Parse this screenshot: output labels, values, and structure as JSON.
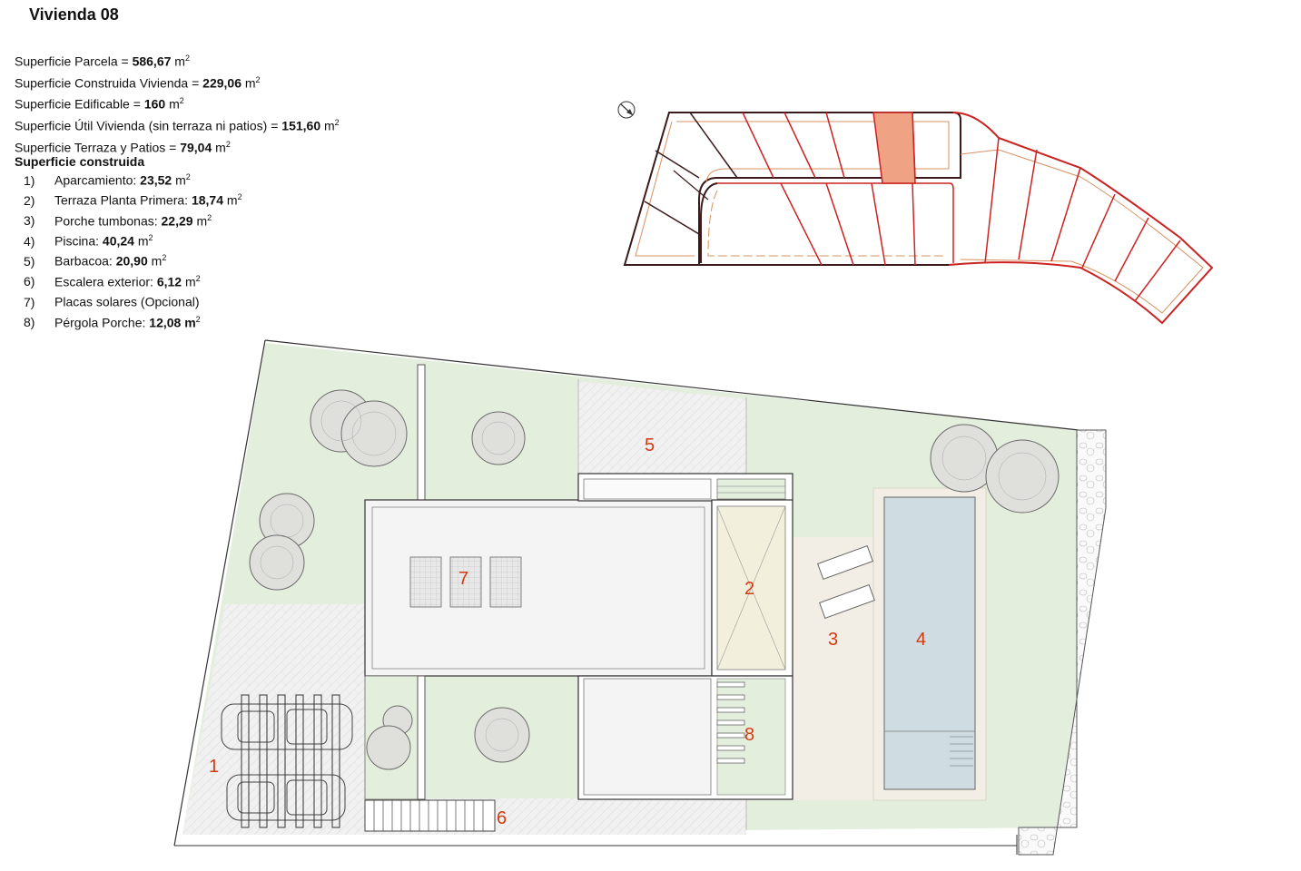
{
  "title": "Vivienda 08",
  "surfaces": [
    {
      "label": "Superficie Parcela = ",
      "value": "586,67",
      "unit": "m",
      "sup": "2"
    },
    {
      "label": "Superficie Construida Vivienda = ",
      "value": "229,06",
      "unit": "m",
      "sup": "2"
    },
    {
      "label": "Superficie Edificable = ",
      "value": "160",
      "unit": "m",
      "sup": "2"
    },
    {
      "label": "Superficie Útil Vivienda (sin terraza ni patios) = ",
      "value": "151,60",
      "unit": "m",
      "sup": "2"
    },
    {
      "label": "Superficie Terraza y Patios = ",
      "value": "79,04",
      "unit": "m",
      "sup": "2"
    }
  ],
  "built_title": "Superficie construida",
  "built_items": [
    {
      "num": "1)",
      "label": "Aparcamiento: ",
      "value": "23,52",
      "unit": "m",
      "sup": "2"
    },
    {
      "num": "2)",
      "label": "Terraza Planta Primera: ",
      "value": "18,74",
      "unit": "m",
      "sup": "2"
    },
    {
      "num": "3)",
      "label": "Porche tumbonas: ",
      "value": "22,29",
      "unit": "m",
      "sup": "2"
    },
    {
      "num": "4)",
      "label": "Piscina: ",
      "value": "40,24",
      "unit": "m",
      "sup": "2"
    },
    {
      "num": "5)",
      "label": "Barbacoa: ",
      "value": "20,90",
      "unit": "m",
      "sup": "2"
    },
    {
      "num": "6)",
      "label": "Escalera exterior: ",
      "value": "6,12",
      "unit": "m",
      "sup": "2"
    },
    {
      "num": "7)",
      "label": "Placas solares (Opcional)",
      "value": "",
      "unit": "",
      "sup": ""
    },
    {
      "num": "8)",
      "label": "Pérgola Porche: ",
      "value": "12,08 m",
      "unit": "",
      "sup": "2"
    }
  ],
  "plan_labels": {
    "l1": "1",
    "l2": "2",
    "l3": "3",
    "l4": "4",
    "l5": "5",
    "l6": "6",
    "l7": "7",
    "l8": "8"
  },
  "colors": {
    "lawn": "#e4eedd",
    "paving": "#eeeeee",
    "pool": "#cfdde2",
    "pergola": "#f2f0dd",
    "porch": "#f2eee6",
    "label": "#d33a12",
    "plot_highlight": "#f0a285",
    "plot_border": "#cc2222"
  },
  "icons": [
    "north-arrow-icon",
    "tree-icon",
    "car-icon",
    "solar-panel-icon",
    "sun-lounger-icon"
  ]
}
